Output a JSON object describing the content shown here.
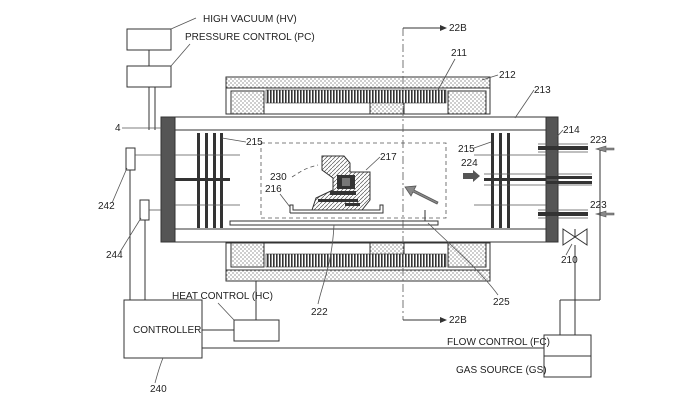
{
  "labels": {
    "high_vacuum": "HIGH VACUUM (HV)",
    "pressure_control": "PRESSURE CONTROL (PC)",
    "heat_control": "HEAT CONTROL (HC)",
    "controller": "CONTROLLER",
    "flow_control": "FLOW CONTROL (FC)",
    "gas_source": "GAS  SOURCE (GS)"
  },
  "refs": {
    "r22b_top": "22B",
    "r22b_bottom": "22B",
    "r211": "211",
    "r212": "212",
    "r213": "213",
    "r214": "214",
    "r215_left": "215",
    "r215_right": "215",
    "r217": "217",
    "r223_top": "223",
    "r223_bottom": "223",
    "r224": "224",
    "r230": "230",
    "r216": "216",
    "r4": "4",
    "r242": "242",
    "r244": "244",
    "r210": "210",
    "r222": "222",
    "r225": "225",
    "r240": "240"
  }
}
